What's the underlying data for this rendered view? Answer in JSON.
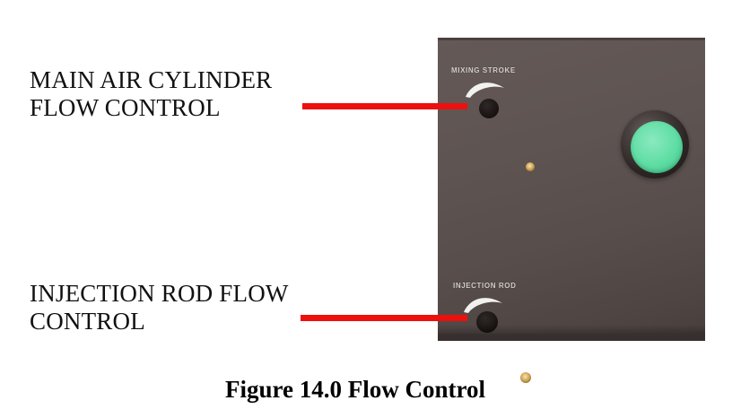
{
  "figure": {
    "caption": "Figure 14.0 Flow Control"
  },
  "callouts": [
    {
      "label": "MAIN AIR CYLINDER FLOW CONTROL"
    },
    {
      "label": "INJECTION ROD FLOW CONTROL"
    }
  ],
  "panel": {
    "controls": [
      {
        "label": "MIXING STROKE"
      },
      {
        "label": "INJECTION ROD"
      }
    ]
  },
  "colors": {
    "accent_red": "#ee0f0f",
    "panel_base": "#5b514f",
    "panel_edge": "#38302e",
    "button_green": "#5edda3",
    "knob_gold": "#d3a75b",
    "label_text": "#111111",
    "panel_label_text": "#e8e4e0"
  }
}
